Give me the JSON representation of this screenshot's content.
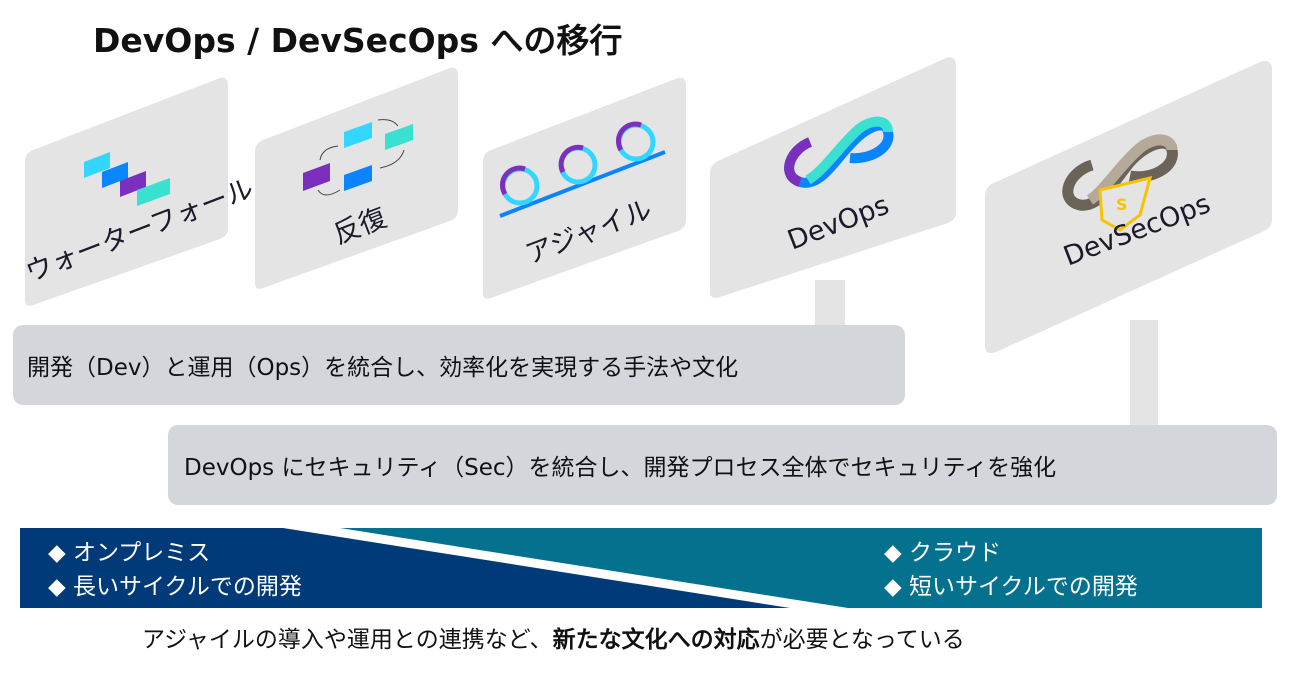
{
  "title": "DevOps / DevSecOps への移行",
  "cards": [
    {
      "label": "ウォーターフォール",
      "icon": "waterfall-icon"
    },
    {
      "label": "反復",
      "icon": "iterative-cycle-icon"
    },
    {
      "label": "アジャイル",
      "icon": "agile-loops-icon"
    },
    {
      "label": "DevOps",
      "icon": "infinity-icon"
    },
    {
      "label": "DevSecOps",
      "icon": "infinity-shield-icon"
    }
  ],
  "descriptions": {
    "devops": "開発（Dev）と運用（Ops）を統合し、効率化を実現する手法や文化",
    "devsecops": "DevOps にセキュリティ（Sec）を統合し、開発プロセス全体でセキュリティを強化"
  },
  "band": {
    "left": [
      "◆ オンプレミス",
      "◆ 長いサイクルでの開発"
    ],
    "right": [
      "◆ クラウド",
      "◆ 短いサイクルでの開発"
    ]
  },
  "footer": {
    "before": "アジャイルの導入や運用との連携など、",
    "bold": "新たな文化への対応",
    "after": "が必要となっている"
  },
  "colors": {
    "card": "#e4e4e4",
    "box": "#d3d7dc",
    "band_left": "#003a78",
    "band_right": "#04728f"
  }
}
